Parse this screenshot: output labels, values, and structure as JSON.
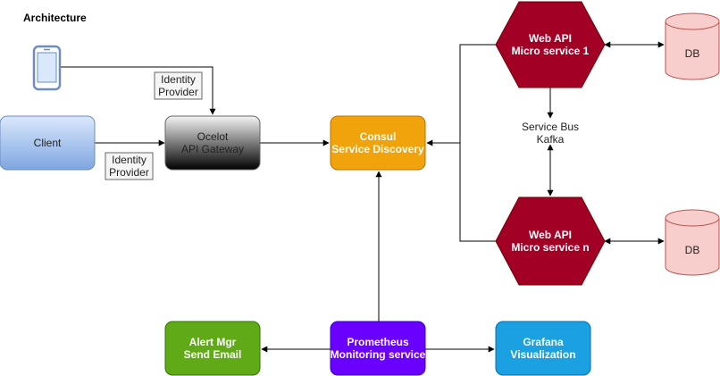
{
  "title": "Architecture",
  "colors": {
    "client_fill_top": "#dae8fc",
    "client_fill_bottom": "#7ea6e0",
    "client_stroke": "#6c8ebf",
    "gateway_fill_top": "#f5f5f5",
    "gateway_fill_bottom": "#000000",
    "gateway_stroke": "#666666",
    "consul": "#f0a30a",
    "consul_stroke": "#bd7000",
    "microservice": "#a20025",
    "microservice_stroke": "#6f0000",
    "db_fill": "#f8cecc",
    "db_stroke": "#b85450",
    "alert": "#60a917",
    "alert_stroke": "#2d7600",
    "prometheus": "#6a00ff",
    "prometheus_stroke": "#3700cc",
    "grafana": "#1ba1e2",
    "grafana_stroke": "#006eaf"
  },
  "icons": {
    "mobile": "mobile-phone-icon"
  },
  "nodes": {
    "client": {
      "label": "Client"
    },
    "gateway": {
      "line1": "Ocelot",
      "line2": "API Gateway"
    },
    "identity_top": {
      "line1": "Identity",
      "line2": "Provider"
    },
    "identity_bottom": {
      "line1": "Identity",
      "line2": "Provider"
    },
    "consul": {
      "line1": "Consul",
      "line2": "Service Discovery"
    },
    "service1": {
      "line1": "Web API",
      "line2": "Micro service 1"
    },
    "servicen": {
      "line1": "Web API",
      "line2": "Micro service n"
    },
    "bus": {
      "line1": "Service Bus",
      "line2": "Kafka"
    },
    "db1": {
      "label": "DB"
    },
    "db2": {
      "label": "DB"
    },
    "alert": {
      "line1": "Alert Mgr",
      "line2": "Send Email"
    },
    "prometheus": {
      "line1": "Prometheus",
      "line2": "Monitoring service"
    },
    "grafana": {
      "line1": "Grafana",
      "line2": "Visualization"
    }
  }
}
